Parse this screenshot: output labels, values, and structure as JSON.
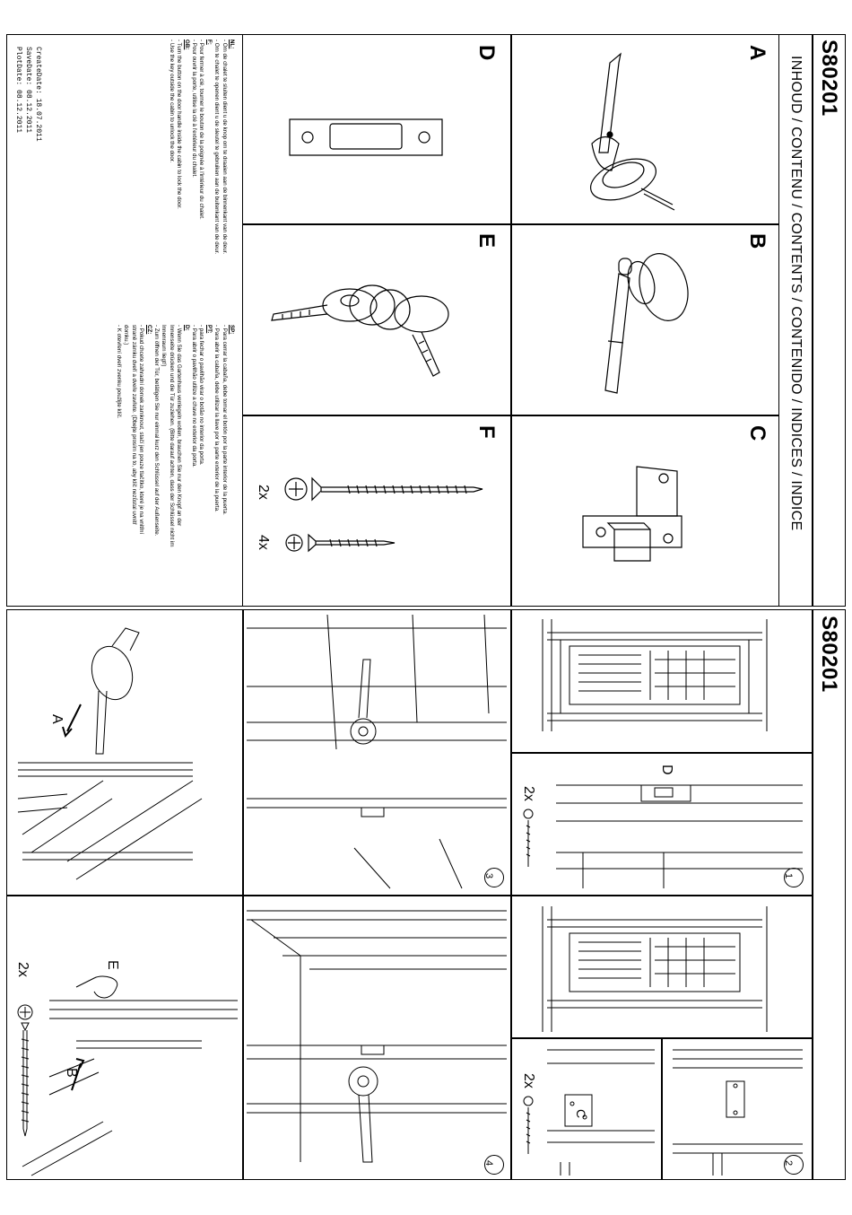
{
  "page1": {
    "product_code": "S80201",
    "heading": "INHOUD / CONTENU / CONTENTS / CONTENIDO / INDICES / INDICE",
    "parts": [
      {
        "letter": "A"
      },
      {
        "letter": "B"
      },
      {
        "letter": "C"
      },
      {
        "letter": "D"
      },
      {
        "letter": "E"
      },
      {
        "letter": "F"
      }
    ],
    "screw_counts": {
      "long": "2x",
      "short": "4x"
    },
    "instructions": [
      {
        "lang": "NL:",
        "lines": [
          "- Om de chalet te sluiten dient u de knop om te draaien aan de binnenkant van de deur.",
          "- Om te chalet te openen dient u de sleutel te gebruiken aan de buitenkant van de deur."
        ]
      },
      {
        "lang": "F:",
        "lines": [
          "- Pour fermer à clé, tourner le bouton de la poignée à l'intérieur du chalet.",
          "- Pour ouvrir la porte, utilise la clé à l'extérieur du chalet."
        ]
      },
      {
        "lang": "GB:",
        "lines": [
          "- Turn the button on the door handle inside the cabin to lock the door.",
          "- Use the key outside the cabin to unlock the door."
        ]
      },
      {
        "lang": "SP:",
        "lines": [
          "- Para cerrar la cabaña, debe tornar el botón por la parte interior de la puerta.",
          "- Para abrir la cabaña, debe utilizar la llave por la parte exterior de la puerta."
        ]
      },
      {
        "lang": "PT:",
        "lines": [
          "- para fechar o pavilhão virar o botão no interior da porta.",
          "- Para abrir o pavilhão utilize a chave no exterior da porta."
        ]
      },
      {
        "lang": "D:",
        "lines": [
          "- Wenn Sie das Gartenhaus verriegeln wollen, brauchen Sie nur den Knopf an der",
          "  Innenseite drücken und die Tür zuziehen. (Bitte darauf achten, dass der Schlüssel nicht im",
          "  Innenraum liegt!)",
          "- Zum öffnen der Tür, betätigen Sie nur einmal kurz den Schlüssel auf der Außenseite."
        ]
      },
      {
        "lang": "CZ:",
        "lines": [
          "- Pokud chcete zahradní domek zamknout, stačí jen pouze tlačítko, které je na vnitřní",
          "  straně zámku dveří a dveře zavřete. (Dbejte prosím na to, aby klíč nezůstal uvnitř",
          "  domku.)",
          "- K otevření dveří zvenku použijte klíč."
        ]
      }
    ],
    "meta": {
      "create": {
        "label": "CreateDate:",
        "value": "18.07.2011"
      },
      "save": {
        "label": "SaveDate:",
        "value": "08.12.2011"
      },
      "plot": {
        "label": "PlotDate:",
        "value": "08.12.2011"
      }
    }
  },
  "page2": {
    "product_code": "S80201",
    "steps": [
      {
        "number": "1",
        "part": "D",
        "qty": "2x"
      },
      {
        "number": "2",
        "part": "C",
        "qty": "2x"
      },
      {
        "number": "3",
        "part": "A",
        "qty": ""
      },
      {
        "number": "4",
        "part": "E",
        "part2": "B",
        "qty": "2x"
      }
    ]
  }
}
